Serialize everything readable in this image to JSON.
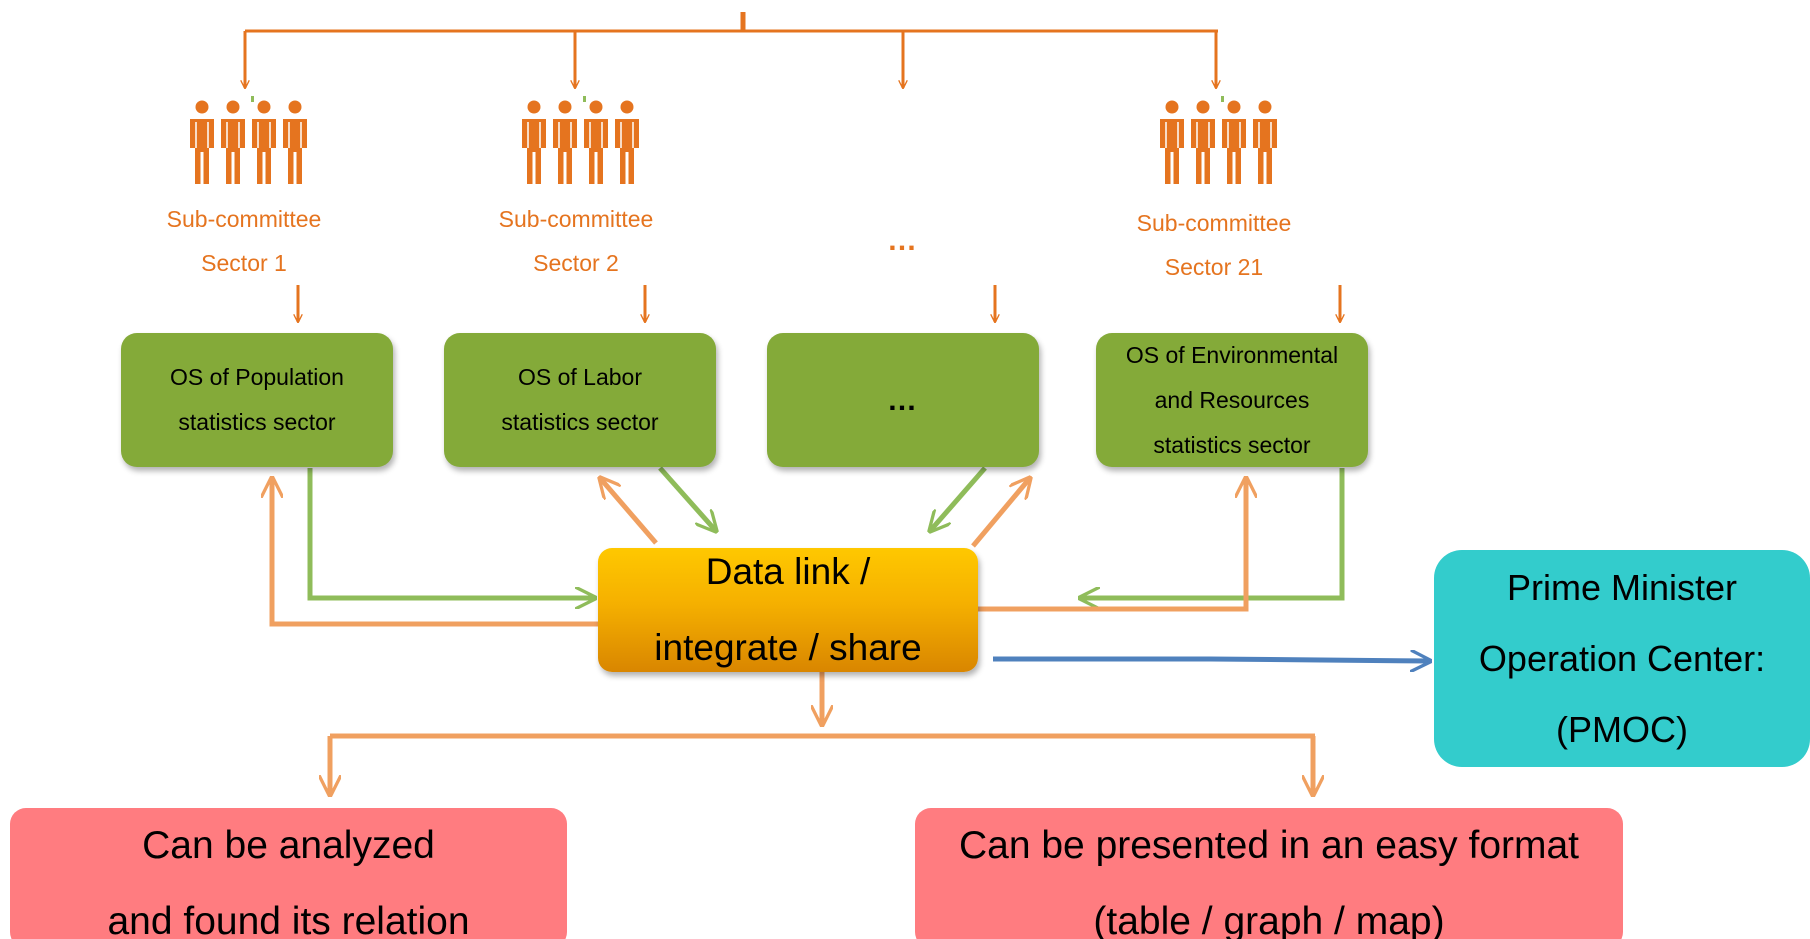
{
  "colors": {
    "orange": "#e5741f",
    "orange_arrow": "#f0a060",
    "green_box": "#84aa39",
    "green_arrow": "#8fbc5a",
    "data_link": "#f5b000",
    "pmoc": "#33cccc",
    "output_box": "#ff7c80",
    "blue_arrow": "#4f81bd"
  },
  "icons": {
    "people": "people-group-icon"
  },
  "subcommittees": [
    {
      "title": "Sub-committee",
      "sector": "Sector 1"
    },
    {
      "title": "Sub-committee",
      "sector": "Sector 2"
    },
    {
      "ellipsis": "…"
    },
    {
      "title": "Sub-committee",
      "sector": "Sector 21"
    }
  ],
  "os_boxes": [
    {
      "line1": "OS of Population",
      "line2": "statistics sector"
    },
    {
      "line1": "OS of Labor",
      "line2": "statistics sector"
    },
    {
      "ellipsis": "…"
    },
    {
      "line1": "OS of Environmental",
      "line2": "and Resources",
      "line3": "statistics sector"
    }
  ],
  "data_link": {
    "line1": "Data link /",
    "line2": "integrate / share"
  },
  "pmoc": {
    "line1": "Prime Minister",
    "line2": "Operation Center:",
    "line3": "(PMOC)"
  },
  "outputs": {
    "analyzed": {
      "line1": "Can be analyzed",
      "line2": "and found its relation"
    },
    "presented": {
      "line1": "Can be presented in an easy format",
      "line2": "(table / graph / map)"
    }
  }
}
